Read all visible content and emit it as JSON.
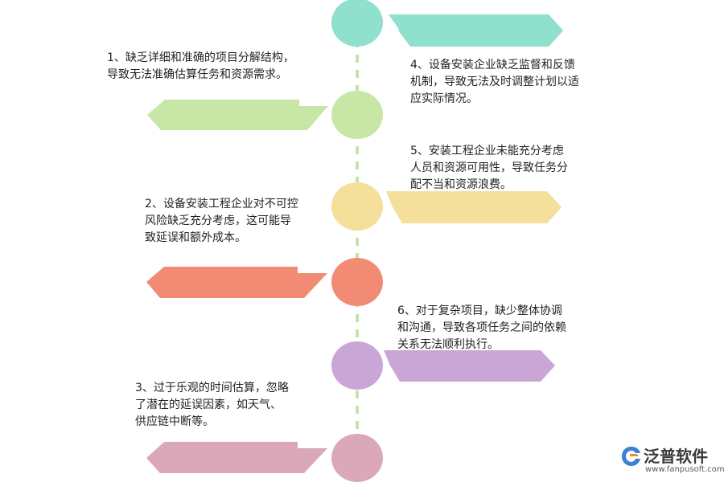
{
  "items": [
    {
      "lines": [
        "1、缺乏详细和准确的项目分解结构，",
        "导致无法准确估算任务和资源需求。"
      ],
      "color": "#c8e6a5"
    },
    {
      "lines": [
        "2、设备安装工程企业对不可控",
        "风险缺乏充分考虑，这可能导",
        "致延误和额外成本。"
      ],
      "color": "#f4e09a"
    },
    {
      "lines": [
        "3、过于乐观的时间估算，忽略",
        "了潜在的延误因素，如天气、",
        "供应链中断等。"
      ],
      "color": "#dba8b9"
    },
    {
      "lines": [
        "4、设备安装企业缺乏监督和反馈",
        "机制，导致无法及时调整计划以适",
        "应实际情况。"
      ],
      "color": "#8fe0cc"
    },
    {
      "lines": [
        "5、安装工程企业未能充分考虑",
        "人员和资源可用性，导致任务分",
        "配不当和资源浪费。"
      ],
      "color": "#f4e09a"
    },
    {
      "lines": [
        "6、对于复杂项目，缺少整体协调",
        "和沟通，导致各项任务之间的依赖",
        "关系无法顺利执行。"
      ],
      "color": "#c9a6d6"
    }
  ],
  "colors": {
    "timeline": "#c5e3a8",
    "teal": "#8fe0cc",
    "green": "#c8e6a5",
    "yellow": "#f4e09a",
    "salmon": "#f28b74",
    "purple": "#c9a6d6",
    "pink": "#dba8b9"
  },
  "logo": {
    "text": "泛普软件",
    "url": "www.fanpusoft.com"
  }
}
